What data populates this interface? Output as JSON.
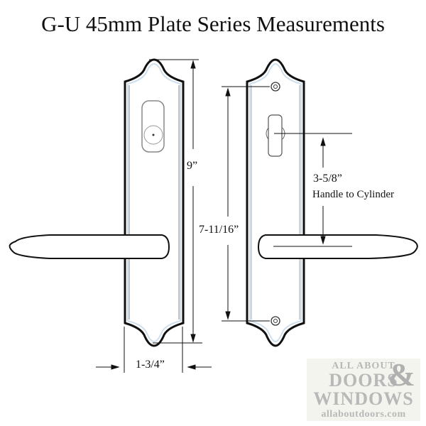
{
  "title": "G-U 45mm Plate Series Measurements",
  "dimensions": {
    "plate_height": "9”",
    "screw_spacing": "7-11/16”",
    "handle_to_cylinder_value": "3-5/8”",
    "handle_to_cylinder_label": "Handle to Cylinder",
    "plate_width": "1-3/4”"
  },
  "logo": {
    "line1": "ALL ABOUT",
    "line2": "DOORS",
    "ampersand": "&",
    "line3": "WINDOWS",
    "url": "allaboutdoors.com"
  },
  "colors": {
    "outline": "#111111",
    "plate_edge": "#cfe0ec",
    "logo_text": "#b8b8b8",
    "logo_bg": "#f4f4ee"
  }
}
